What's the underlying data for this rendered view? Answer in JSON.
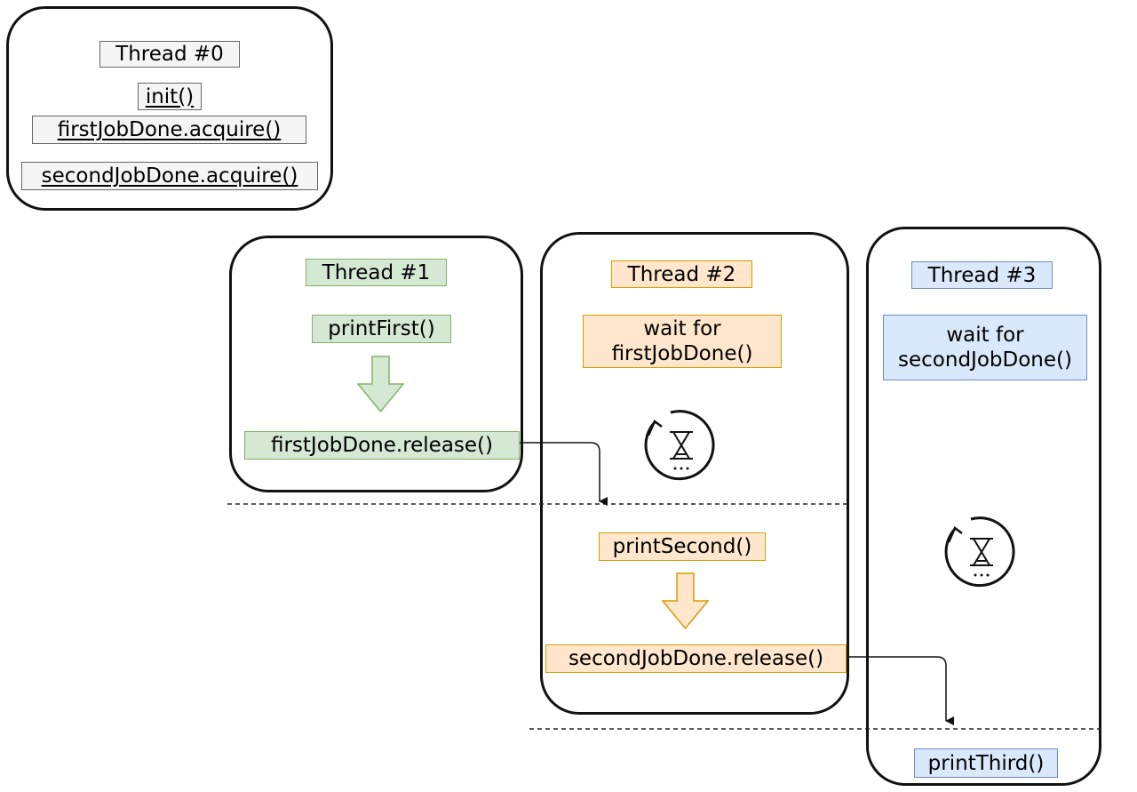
{
  "thread0": {
    "title": "Thread #0",
    "lines": [
      "init()",
      "firstJobDone.acquire()",
      "secondJobDone.acquire()"
    ]
  },
  "thread1": {
    "title": "Thread #1",
    "steps": [
      "printFirst()",
      "firstJobDone.release()"
    ]
  },
  "thread2": {
    "title": "Thread #2",
    "wait": "wait for\nfirstJobDone()",
    "steps": [
      "printSecond()",
      "secondJobDone.release()"
    ]
  },
  "thread3": {
    "title": "Thread #3",
    "wait": "wait for\nsecondJobDone()",
    "steps": [
      "printThird()"
    ]
  },
  "colors": {
    "gray_fill": "#f5f5f5",
    "gray_stroke": "#666666",
    "green_fill": "#d5e8d4",
    "green_stroke": "#82b366",
    "orange_fill": "#ffe6cc",
    "orange_stroke": "#d79b00",
    "blue_fill": "#dae8fc",
    "blue_stroke": "#6c8ebf"
  },
  "icons": [
    "down-arrow-icon",
    "hourglass-wait-icon",
    "connector-arrow-icon"
  ]
}
